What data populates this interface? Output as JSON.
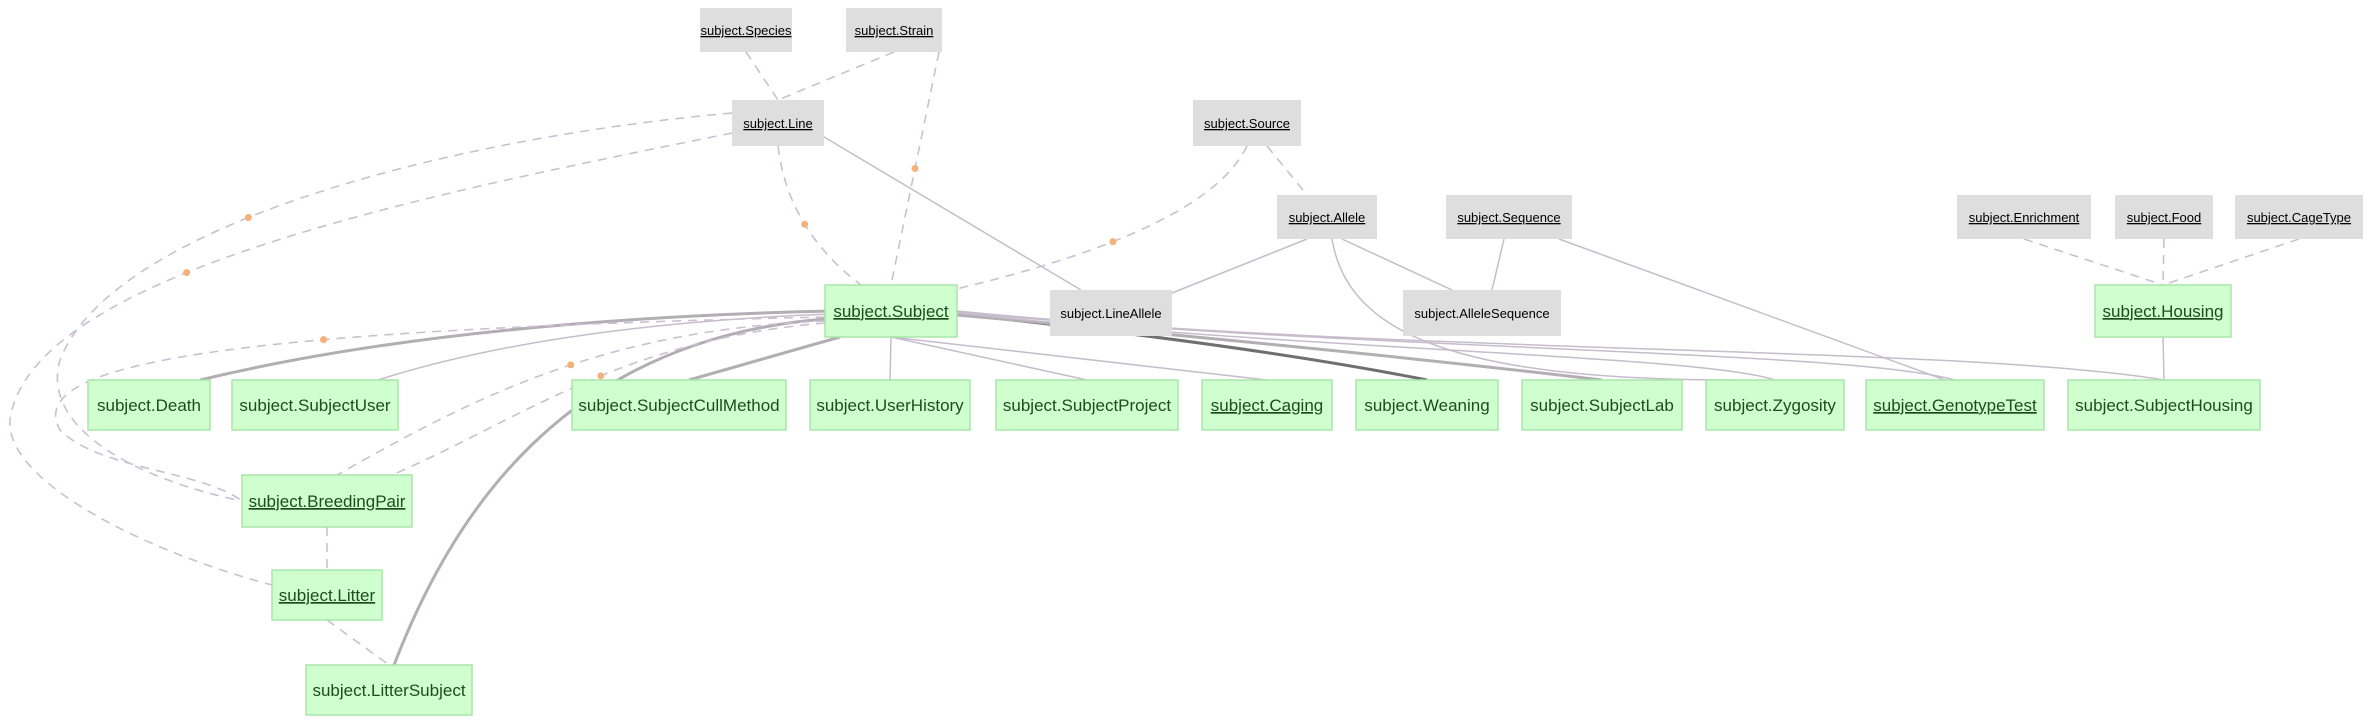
{
  "nodes": [
    {
      "id": "species",
      "label": "subject.Species",
      "kind": "lookup",
      "underline": true
    },
    {
      "id": "strain",
      "label": "subject.Strain",
      "kind": "lookup",
      "underline": true
    },
    {
      "id": "line",
      "label": "subject.Line",
      "kind": "lookup",
      "underline": true
    },
    {
      "id": "source",
      "label": "subject.Source",
      "kind": "lookup",
      "underline": true
    },
    {
      "id": "allele",
      "label": "subject.Allele",
      "kind": "lookup",
      "underline": true
    },
    {
      "id": "sequence",
      "label": "subject.Sequence",
      "kind": "lookup",
      "underline": true
    },
    {
      "id": "enrichment",
      "label": "subject.Enrichment",
      "kind": "lookup",
      "underline": true
    },
    {
      "id": "food",
      "label": "subject.Food",
      "kind": "lookup",
      "underline": true
    },
    {
      "id": "cagetype",
      "label": "subject.CageType",
      "kind": "lookup",
      "underline": true
    },
    {
      "id": "subject",
      "label": "subject.Subject",
      "kind": "manual",
      "underline": true
    },
    {
      "id": "lineallele",
      "label": "subject.LineAllele",
      "kind": "lookup",
      "underline": false
    },
    {
      "id": "alleleseq",
      "label": "subject.AlleleSequence",
      "kind": "lookup",
      "underline": false
    },
    {
      "id": "housing",
      "label": "subject.Housing",
      "kind": "manual",
      "underline": true
    },
    {
      "id": "death",
      "label": "subject.Death",
      "kind": "manual",
      "underline": false
    },
    {
      "id": "subjectuser",
      "label": "subject.SubjectUser",
      "kind": "manual",
      "underline": false
    },
    {
      "id": "cullmethod",
      "label": "subject.SubjectCullMethod",
      "kind": "manual",
      "underline": false
    },
    {
      "id": "userhistory",
      "label": "subject.UserHistory",
      "kind": "manual",
      "underline": false
    },
    {
      "id": "subjectproject",
      "label": "subject.SubjectProject",
      "kind": "manual",
      "underline": false
    },
    {
      "id": "caging",
      "label": "subject.Caging",
      "kind": "manual",
      "underline": true
    },
    {
      "id": "weaning",
      "label": "subject.Weaning",
      "kind": "manual",
      "underline": false
    },
    {
      "id": "subjectlab",
      "label": "subject.SubjectLab",
      "kind": "manual",
      "underline": false
    },
    {
      "id": "zygosity",
      "label": "subject.Zygosity",
      "kind": "manual",
      "underline": false
    },
    {
      "id": "genotypetest",
      "label": "subject.GenotypeTest",
      "kind": "manual",
      "underline": true
    },
    {
      "id": "subjecthousing",
      "label": "subject.SubjectHousing",
      "kind": "manual",
      "underline": false
    },
    {
      "id": "breedingpair",
      "label": "subject.BreedingPair",
      "kind": "manual",
      "underline": true
    },
    {
      "id": "litter",
      "label": "subject.Litter",
      "kind": "manual",
      "underline": true
    },
    {
      "id": "littersubject",
      "label": "subject.LitterSubject",
      "kind": "manual",
      "underline": false
    }
  ],
  "edges": [
    {
      "from": "species",
      "to": "line",
      "style": "dashed"
    },
    {
      "from": "strain",
      "to": "line",
      "style": "dashed"
    },
    {
      "from": "strain",
      "to": "subject",
      "style": "dashed",
      "dot": true
    },
    {
      "from": "line",
      "to": "subject",
      "style": "dashed",
      "dot": true
    },
    {
      "from": "line",
      "to": "lineallele",
      "style": "solid"
    },
    {
      "from": "line",
      "to": "breedingpair",
      "style": "dashed",
      "dot": true
    },
    {
      "from": "line",
      "to": "litter",
      "style": "dashed",
      "dot": true
    },
    {
      "from": "source",
      "to": "subject",
      "style": "dashed",
      "dot": true
    },
    {
      "from": "source",
      "to": "allele",
      "style": "dashed"
    },
    {
      "from": "allele",
      "to": "lineallele",
      "style": "solid"
    },
    {
      "from": "allele",
      "to": "alleleseq",
      "style": "solid"
    },
    {
      "from": "allele",
      "to": "zygosity",
      "style": "solid"
    },
    {
      "from": "sequence",
      "to": "alleleseq",
      "style": "solid"
    },
    {
      "from": "sequence",
      "to": "genotypetest",
      "style": "solid"
    },
    {
      "from": "enrichment",
      "to": "housing",
      "style": "dashed"
    },
    {
      "from": "food",
      "to": "housing",
      "style": "dashed"
    },
    {
      "from": "cagetype",
      "to": "housing",
      "style": "dashed"
    },
    {
      "from": "housing",
      "to": "subjecthousing",
      "style": "solid"
    },
    {
      "from": "subject",
      "to": "death",
      "style": "thick"
    },
    {
      "from": "subject",
      "to": "subjectuser",
      "style": "solid"
    },
    {
      "from": "subject",
      "to": "cullmethod",
      "style": "thick"
    },
    {
      "from": "subject",
      "to": "userhistory",
      "style": "solid"
    },
    {
      "from": "subject",
      "to": "subjectproject",
      "style": "solid"
    },
    {
      "from": "subject",
      "to": "caging",
      "style": "solid"
    },
    {
      "from": "subject",
      "to": "weaning",
      "style": "dark"
    },
    {
      "from": "subject",
      "to": "subjectlab",
      "style": "thick"
    },
    {
      "from": "subject",
      "to": "zygosity",
      "style": "solid"
    },
    {
      "from": "subject",
      "to": "genotypetest",
      "style": "solid"
    },
    {
      "from": "subject",
      "to": "subjecthousing",
      "style": "solid"
    },
    {
      "from": "subject",
      "to": "breedingpair",
      "style": "dashed",
      "dot": true
    },
    {
      "from": "subject",
      "to": "littersubject",
      "style": "thick"
    },
    {
      "from": "breedingpair",
      "to": "litter",
      "style": "dashed"
    },
    {
      "from": "litter",
      "to": "littersubject",
      "style": "dashed"
    }
  ],
  "colors": {
    "lookup_fill": "#dedede",
    "manual_fill": "#cfffcf",
    "manual_border": "#a8e6a8",
    "manual_text": "#1c4d1c",
    "dependency_dot": "#f4b27a"
  }
}
